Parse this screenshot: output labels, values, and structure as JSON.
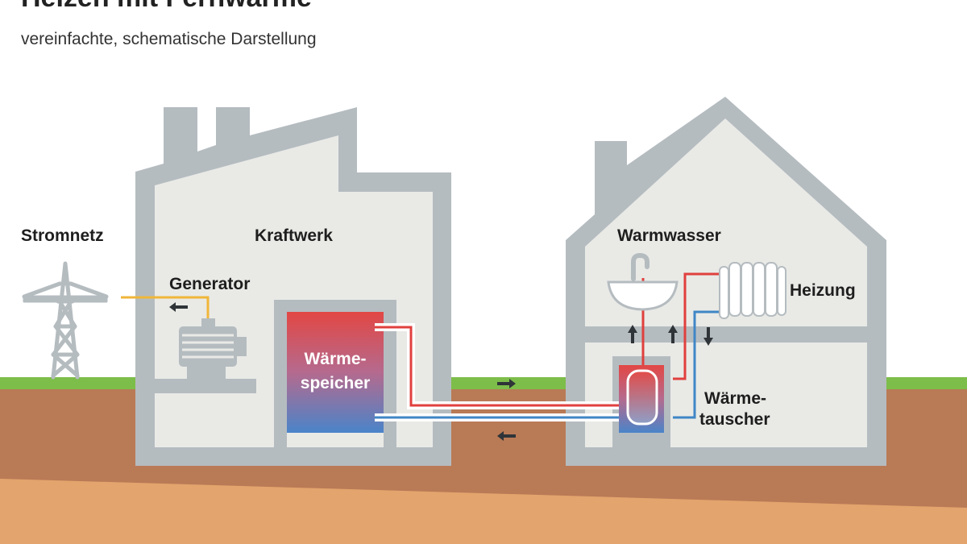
{
  "header": {
    "title": "Heizen mit Fernwärme",
    "subtitle": "vereinfachte, schematische Darstellung"
  },
  "labels": {
    "grid": "Stromnetz",
    "plant": "Kraftwerk",
    "generator": "Generator",
    "storage_line1": "Wärme-",
    "storage_line2": "speicher",
    "hot_water": "Warmwasser",
    "heating": "Heizung",
    "exchanger_line1": "Wärme-",
    "exchanger_line2": "tauscher"
  },
  "colors": {
    "sky": "#ffffff",
    "building_outline": "#b5bcc0",
    "building_fill": "#e9eae6",
    "grass": "#7dbd4a",
    "soil_upper": "#b97a56",
    "soil_lower": "#e3a46d",
    "supply_pipe": "#e0403e",
    "return_pipe": "#3f86c6",
    "power_line": "#f0b63a",
    "tank_top": "#e24744",
    "tank_bottom": "#4a84c9",
    "arrow": "#2f3438"
  }
}
